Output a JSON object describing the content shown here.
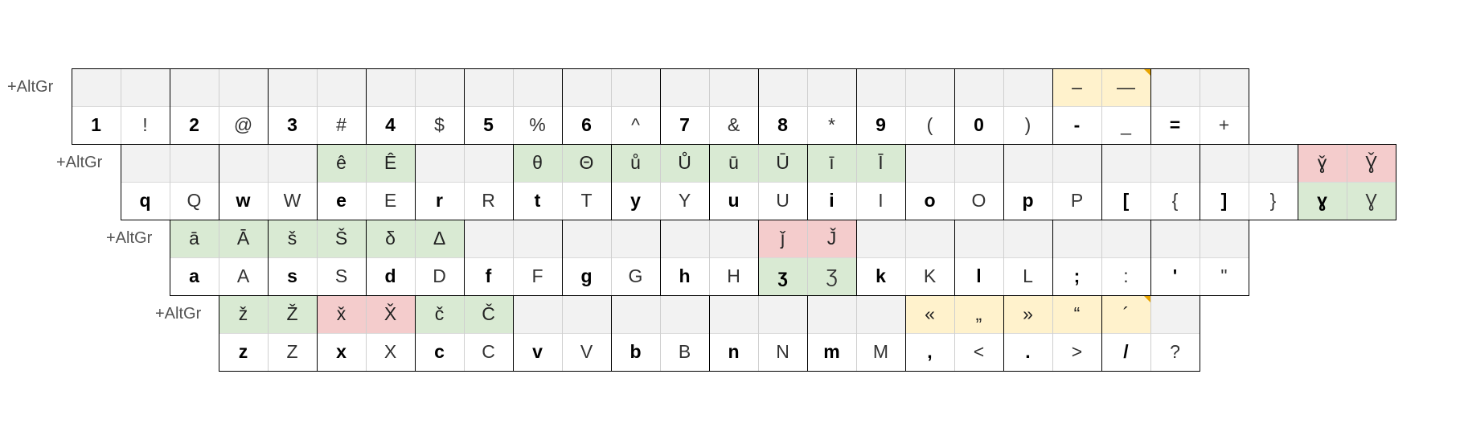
{
  "modifier_label": "+AltGr",
  "colors": {
    "top_bg": "#f2f2f2",
    "base_bg": "#ffffff",
    "green": "#d9ead3",
    "pink": "#f4cccc",
    "yellow": "#fff2cc",
    "corner_mark": "#e8a400"
  },
  "rows": [
    {
      "keys": [
        {
          "base": "1",
          "shift": "!",
          "altgr": "",
          "altgr_shift": ""
        },
        {
          "base": "2",
          "shift": "@",
          "altgr": "",
          "altgr_shift": ""
        },
        {
          "base": "3",
          "shift": "#",
          "altgr": "",
          "altgr_shift": ""
        },
        {
          "base": "4",
          "shift": "$",
          "altgr": "",
          "altgr_shift": ""
        },
        {
          "base": "5",
          "shift": "%",
          "altgr": "",
          "altgr_shift": ""
        },
        {
          "base": "6",
          "shift": "^",
          "altgr": "",
          "altgr_shift": ""
        },
        {
          "base": "7",
          "shift": "&",
          "altgr": "",
          "altgr_shift": ""
        },
        {
          "base": "8",
          "shift": "*",
          "altgr": "",
          "altgr_shift": ""
        },
        {
          "base": "9",
          "shift": "(",
          "altgr": "",
          "altgr_shift": ""
        },
        {
          "base": "0",
          "shift": ")",
          "altgr": "",
          "altgr_shift": ""
        },
        {
          "base": "-",
          "shift": "_",
          "altgr": "–",
          "altgr_shift": "—",
          "top_color": "yellow",
          "corner": true
        },
        {
          "base": "=",
          "shift": "+",
          "altgr": "",
          "altgr_shift": ""
        }
      ]
    },
    {
      "keys": [
        {
          "base": "q",
          "shift": "Q",
          "altgr": "",
          "altgr_shift": ""
        },
        {
          "base": "w",
          "shift": "W",
          "altgr": "",
          "altgr_shift": ""
        },
        {
          "base": "e",
          "shift": "E",
          "altgr": "ê",
          "altgr_shift": "Ê",
          "top_color": "green"
        },
        {
          "base": "r",
          "shift": "R",
          "altgr": "",
          "altgr_shift": ""
        },
        {
          "base": "t",
          "shift": "T",
          "altgr": "θ",
          "altgr_shift": "Θ",
          "top_color": "green"
        },
        {
          "base": "y",
          "shift": "Y",
          "altgr": "ů",
          "altgr_shift": "Ů",
          "top_color": "green"
        },
        {
          "base": "u",
          "shift": "U",
          "altgr": "ū",
          "altgr_shift": "Ū",
          "top_color": "green"
        },
        {
          "base": "i",
          "shift": "I",
          "altgr": "ī",
          "altgr_shift": "Ī",
          "top_color": "green"
        },
        {
          "base": "o",
          "shift": "O",
          "altgr": "",
          "altgr_shift": ""
        },
        {
          "base": "p",
          "shift": "P",
          "altgr": "",
          "altgr_shift": ""
        },
        {
          "base": "[",
          "shift": "{",
          "altgr": "",
          "altgr_shift": ""
        },
        {
          "base": "]",
          "shift": "}",
          "altgr": "",
          "altgr_shift": ""
        },
        {
          "base": "ɣ",
          "shift": "Ɣ",
          "altgr": "ɣ̌",
          "altgr_shift": "Ɣ̌",
          "top_color": "pink",
          "bottom_color": "green"
        }
      ]
    },
    {
      "keys": [
        {
          "base": "a",
          "shift": "A",
          "altgr": "ā",
          "altgr_shift": "Ā",
          "top_color": "green"
        },
        {
          "base": "s",
          "shift": "S",
          "altgr": "š",
          "altgr_shift": "Š",
          "top_color": "green"
        },
        {
          "base": "d",
          "shift": "D",
          "altgr": "δ",
          "altgr_shift": "Δ",
          "top_color": "green"
        },
        {
          "base": "f",
          "shift": "F",
          "altgr": "",
          "altgr_shift": ""
        },
        {
          "base": "g",
          "shift": "G",
          "altgr": "",
          "altgr_shift": ""
        },
        {
          "base": "h",
          "shift": "H",
          "altgr": "",
          "altgr_shift": ""
        },
        {
          "base": "ʒ",
          "shift": "Ʒ",
          "altgr": "ǰ",
          "altgr_shift": "J̌",
          "top_color": "pink",
          "bottom_color": "green"
        },
        {
          "base": "k",
          "shift": "K",
          "altgr": "",
          "altgr_shift": ""
        },
        {
          "base": "l",
          "shift": "L",
          "altgr": "",
          "altgr_shift": ""
        },
        {
          "base": ";",
          "shift": ":",
          "altgr": "",
          "altgr_shift": ""
        },
        {
          "base": "'",
          "shift": "\"",
          "altgr": "",
          "altgr_shift": ""
        }
      ]
    },
    {
      "keys": [
        {
          "base": "z",
          "shift": "Z",
          "altgr": "ž",
          "altgr_shift": "Ž",
          "top_color": "green"
        },
        {
          "base": "x",
          "shift": "X",
          "altgr": "x̌",
          "altgr_shift": "X̌",
          "top_color": "pink"
        },
        {
          "base": "c",
          "shift": "C",
          "altgr": "č",
          "altgr_shift": "Č",
          "top_color": "green"
        },
        {
          "base": "v",
          "shift": "V",
          "altgr": "",
          "altgr_shift": ""
        },
        {
          "base": "b",
          "shift": "B",
          "altgr": "",
          "altgr_shift": ""
        },
        {
          "base": "n",
          "shift": "N",
          "altgr": "",
          "altgr_shift": ""
        },
        {
          "base": "m",
          "shift": "M",
          "altgr": "",
          "altgr_shift": ""
        },
        {
          "base": ",",
          "shift": "<",
          "altgr": "«",
          "altgr_shift": "„",
          "top_color": "yellow"
        },
        {
          "base": ".",
          "shift": ">",
          "altgr": "»",
          "altgr_shift": "“",
          "top_color": "yellow"
        },
        {
          "base": "/",
          "shift": "?",
          "altgr": "´",
          "altgr_shift": "",
          "top_color": "yellow",
          "top_span": "left",
          "corner": true
        }
      ]
    }
  ]
}
